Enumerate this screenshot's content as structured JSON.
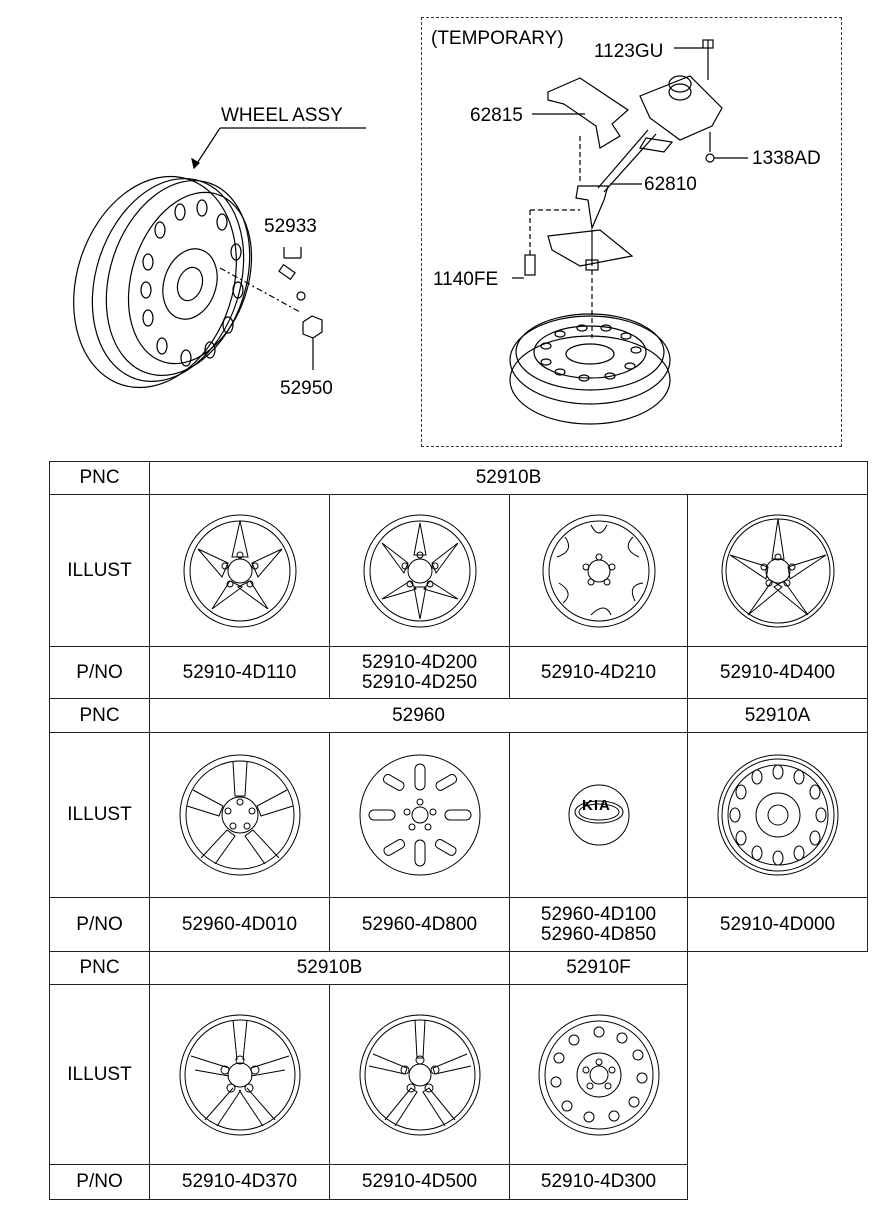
{
  "diagram": {
    "wheel_assy_label": "WHEEL ASSY",
    "temporary_label": "(TEMPORARY)",
    "callouts": {
      "c52933": "52933",
      "c52950": "52950",
      "c1123GU": "1123GU",
      "c62815": "62815",
      "c1338AD": "1338AD",
      "c62810": "62810",
      "c1140FE": "1140FE"
    }
  },
  "table": {
    "row_labels": {
      "pnc": "PNC",
      "illust": "ILLUST",
      "pno": "P/NO"
    },
    "section1": {
      "pnc": "52910B",
      "parts": [
        [
          "52910-4D110"
        ],
        [
          "52910-4D200",
          "52910-4D250"
        ],
        [
          "52910-4D210"
        ],
        [
          "52910-4D400"
        ]
      ]
    },
    "section2": {
      "pnc_a": "52960",
      "pnc_b": "52910A",
      "parts": [
        [
          "52960-4D010"
        ],
        [
          "52960-4D800"
        ],
        [
          "52960-4D100",
          "52960-4D850"
        ],
        [
          "52910-4D000"
        ]
      ],
      "emblem_text": "KIA"
    },
    "section3": {
      "pnc_a": "52910B",
      "pnc_b": "52910F",
      "parts": [
        [
          "52910-4D370"
        ],
        [
          "52910-4D500"
        ],
        [
          "52910-4D300"
        ]
      ]
    }
  }
}
